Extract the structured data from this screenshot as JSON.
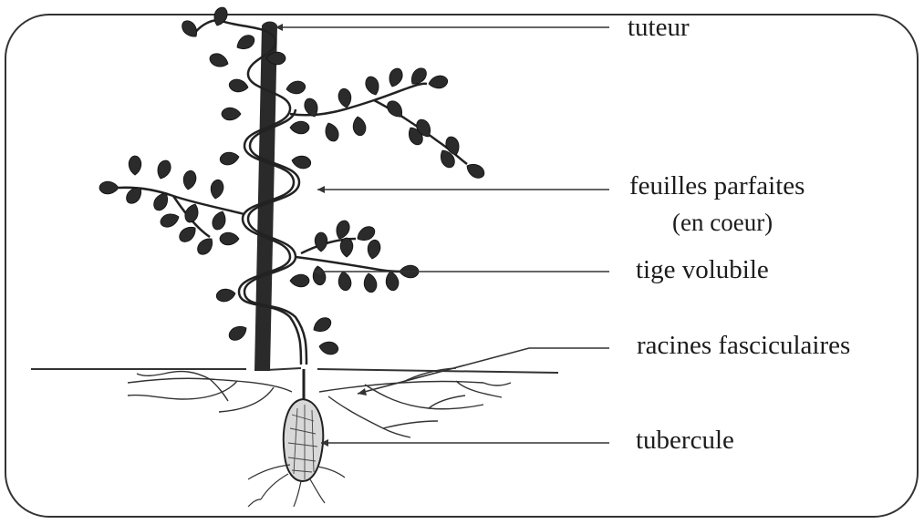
{
  "labels": {
    "stake": "tuteur",
    "leaves": "feuilles parfaites",
    "leaves_note": "(en coeur)",
    "stem": "tige volubile",
    "roots": "racines fasciculaires",
    "tuber": "tubercule"
  },
  "colors": {
    "ink": "#1c1c1c",
    "frame": "#333333",
    "background": "#ffffff"
  }
}
